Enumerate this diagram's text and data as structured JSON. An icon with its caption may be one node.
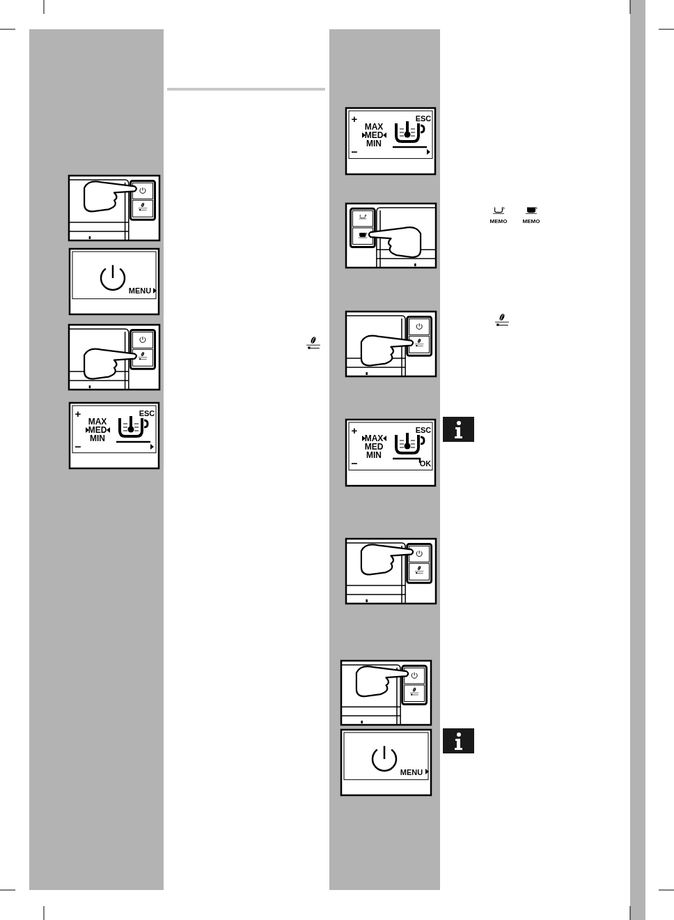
{
  "diagram": {
    "labels": [
      "MENU",
      "+",
      "ESC",
      "MAX",
      "MED",
      "MIN",
      "–",
      "+",
      "ESC",
      "MAX",
      "MED",
      "MIN",
      "–",
      "MEMO",
      "MEMO",
      "+",
      "ESC",
      "MAX",
      "MED",
      "MIN",
      "–",
      "OK",
      "MENU"
    ]
  }
}
